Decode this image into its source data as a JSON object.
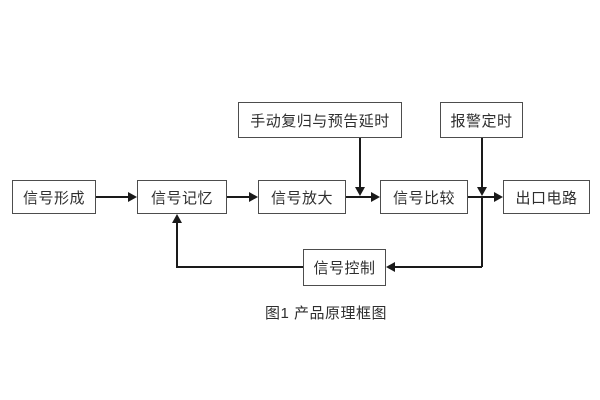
{
  "diagram": {
    "caption": "图1 产品原理框图",
    "nodes": {
      "manual_reset_delay": {
        "label": "手动复归与预告延时"
      },
      "alarm_timing": {
        "label": "报警定时"
      },
      "signal_formation": {
        "label": "信号形成"
      },
      "signal_memory": {
        "label": "信号记忆"
      },
      "signal_amplification": {
        "label": "信号放大"
      },
      "signal_comparison": {
        "label": "信号比较"
      },
      "output_circuit": {
        "label": "出口电路"
      },
      "signal_control": {
        "label": "信号控制"
      }
    },
    "flow": [
      "信号形成 → 信号记忆 → 信号放大 → 信号比较 → 出口电路",
      "手动复归与预告延时 ↓ 信号放大→信号比较连线",
      "报警定时 ↓ 信号比较→出口电路连线",
      "信号比较出口连线 ↓ → 信号控制 → 信号记忆"
    ],
    "colors": {
      "background": "#ffffff",
      "node_border": "#4d4d4d",
      "connector": "#1a1a1a",
      "text": "#2e2e2e"
    }
  }
}
